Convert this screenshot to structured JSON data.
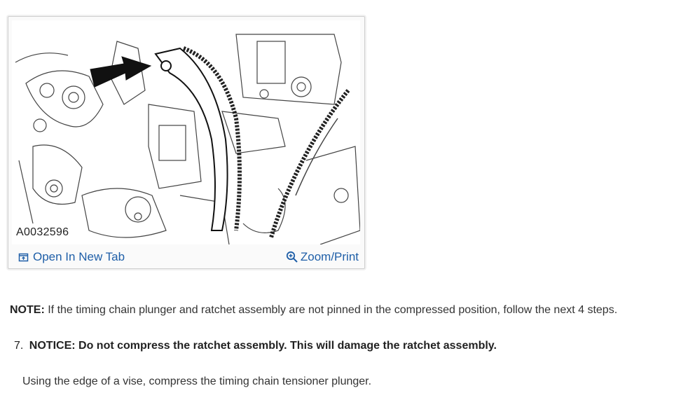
{
  "figure": {
    "id_label": "A0032596",
    "open_tab_label": "Open In New Tab",
    "open_tab_icon": "open-in-new-tab-icon",
    "zoom_label": "Zoom/Print",
    "zoom_icon": "magnifier-plus-icon",
    "link_color": "#1f5fa8"
  },
  "note": {
    "label": "NOTE:",
    "text": "If the timing chain plunger and ratchet assembly are not pinned in the compressed position, follow the next 4 steps."
  },
  "step": {
    "number": "7.",
    "notice": "NOTICE: Do not compress the ratchet assembly. This will damage the ratchet assembly.",
    "instruction": "Using the edge of a vise, compress the timing chain tensioner plunger."
  }
}
